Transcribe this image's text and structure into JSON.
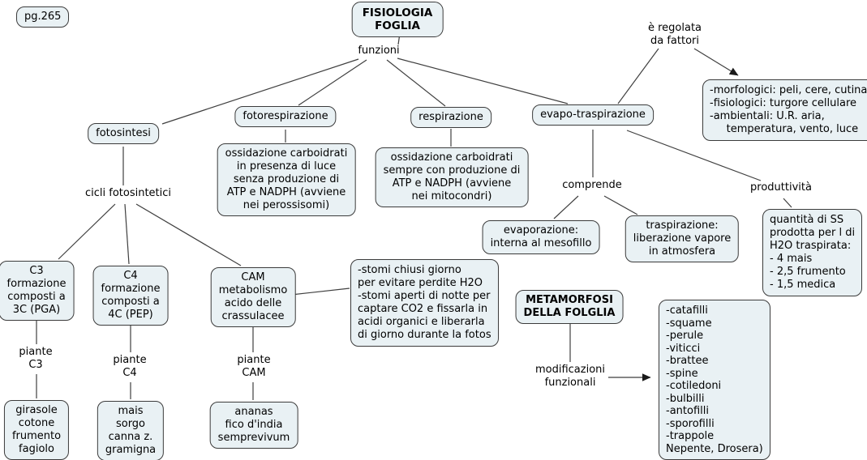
{
  "page_tag": "pg.265",
  "title": "FISIOLOGIA\nFOGLIA",
  "labels": {
    "funzioni": "funzioni",
    "regolata": "è regolata\nda fattori",
    "cicli": "cicli fotosintetici",
    "comprende": "comprende",
    "produttivita": "produttività",
    "piante_c3": "piante\nC3",
    "piante_c4": "piante\nC4",
    "piante_cam": "piante\nCAM",
    "modificazioni": "modificazioni\nfunzionali"
  },
  "nodes": {
    "fotosintesi": "fotosintesi",
    "fotorespirazione": "fotorespirazione",
    "respirazione": "respirazione",
    "evapo_traspirazione": "evapo-traspirazione",
    "fattori": "-morfologici: peli, cere, cutina\n-fisiologici: turgore cellulare\n-ambientali: U.R. aria,\n     temperatura, vento, luce",
    "ossidazione_fotorespirazione": "ossidazione carboidrati\nin presenza di luce\nsenza produzione di\nATP e NADPH (avviene\nnei perossisomi)",
    "ossidazione_respirazione": "ossidazione carboidrati\nsempre con produzione di\nATP e NADPH (avviene\nnei mitocondri)",
    "c3": "C3\nformazione\ncomposti a\n3C (PGA)",
    "c4": "C4\nformazione\ncomposti a\n4C (PEP)",
    "cam": "CAM\nmetabolismo\nacido delle\ncrassulacee",
    "stomi": "-stomi chiusi giorno\nper evitare perdite H2O\n-stomi aperti di notte per\ncaptare CO2 e fissarla in\nacidi organici e liberarla\ndi giorno durante la fotos",
    "girasole": "girasole\ncotone\nfrumento\nfagiolo",
    "mais": "mais\nsorgo\ncanna z.\ngramigna",
    "ananas": "ananas\nfico d'india\nsemprevivum",
    "evaporazione": "evaporazione:\ninterna al mesofillo",
    "traspirazione": "traspirazione:\nliberazione vapore\nin atmosfera",
    "quantita": "quantità di SS\nprodotta per l di\nH2O traspirata:\n- 4 mais\n- 2,5 frumento\n- 1,5 medica",
    "metamorfosi": "METAMORFOSI\nDELLA FOLGLIA",
    "modlist": "-catafilli\n-squame\n-perule\n-viticci\n-brattee\n-spine\n-cotiledoni\n-bulbilli\n-antofilli\n-sporofilli\n-trappole\nNepente, Drosera)"
  },
  "colors": {
    "box_fill": "#e9f1f4",
    "box_border": "#3b3b3b",
    "line": "#3f3f3f",
    "text": "#000000",
    "bg": "#ffffff"
  }
}
